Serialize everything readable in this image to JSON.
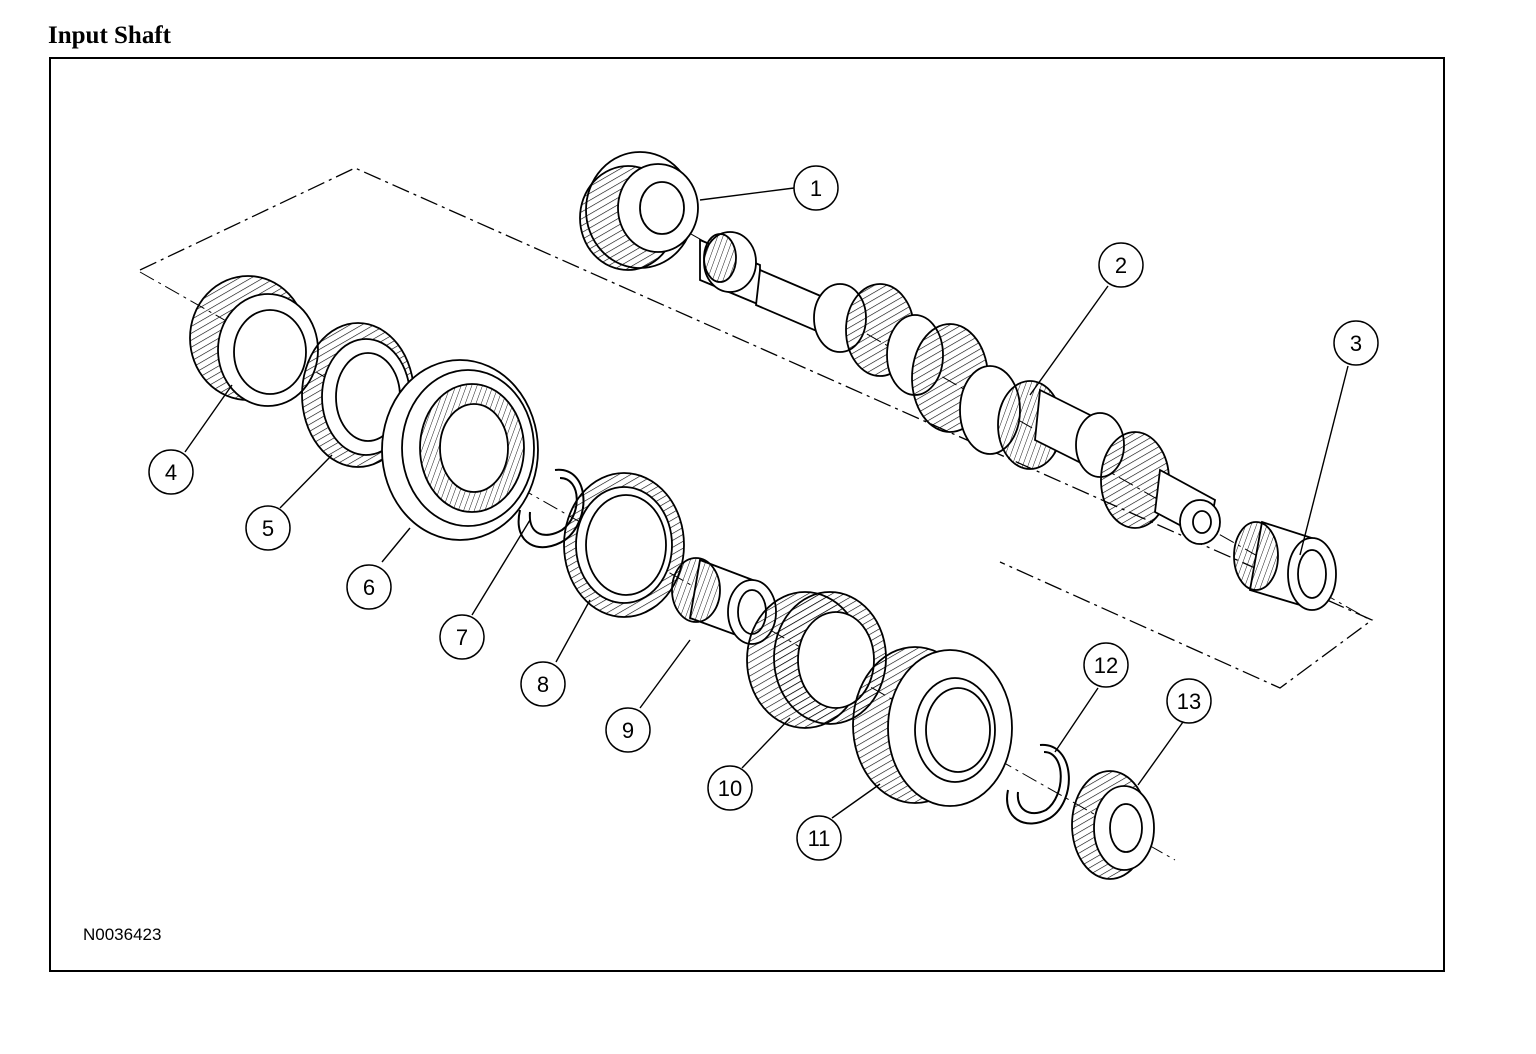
{
  "title": "Input Shaft",
  "figure_id": "N0036423",
  "callouts": [
    {
      "number": "1"
    },
    {
      "number": "2"
    },
    {
      "number": "3"
    },
    {
      "number": "4"
    },
    {
      "number": "5"
    },
    {
      "number": "6"
    },
    {
      "number": "7"
    },
    {
      "number": "8"
    },
    {
      "number": "9"
    },
    {
      "number": "10"
    },
    {
      "number": "11"
    },
    {
      "number": "12"
    },
    {
      "number": "13"
    }
  ]
}
